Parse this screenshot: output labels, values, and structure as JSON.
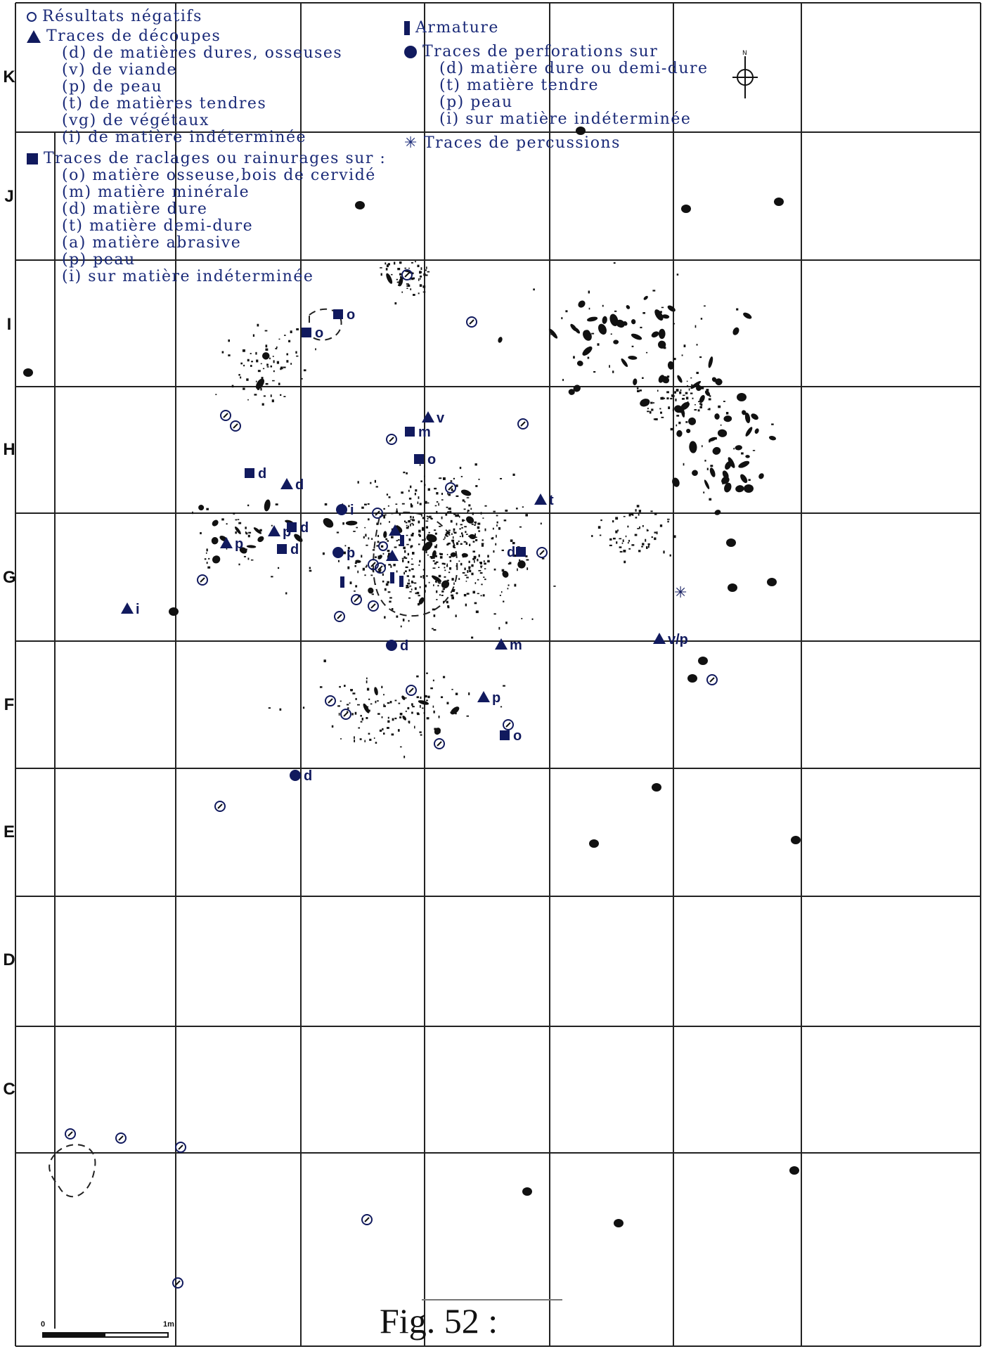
{
  "row_labels": [
    "K",
    "J",
    "I",
    "H",
    "G",
    "F",
    "E",
    "D",
    "C"
  ],
  "legend": {
    "negatives": {
      "label": "Résultats négatifs"
    },
    "decoupes": {
      "label": "Traces de découpes",
      "items": [
        "(d) de matières dures, osseuses",
        "(v) de viande",
        "(p) de peau",
        "(t) de matières tendres",
        "(vg) de végétaux",
        "(i) de matière indéterminée"
      ]
    },
    "raclages": {
      "label": "Traces de raclages ou rainurages sur :",
      "items": [
        "(o) matière osseuse,bois de cervidé",
        "(m) matière minérale",
        "(d) matière dure",
        "(t) matière demi-dure",
        "(a) matière abrasive",
        "(p) peau",
        "(i) sur matière indéterminée"
      ]
    },
    "armature": {
      "label": "Armature"
    },
    "perforations": {
      "label": "Traces de perforations sur",
      "items": [
        "(d) matière dure ou demi-dure",
        "(t) matière tendre",
        "(p) peau",
        "(i) sur matière indéterminée"
      ]
    },
    "percussions": {
      "label": "Traces de percussions"
    }
  },
  "scale": {
    "start": "0",
    "end": "1m"
  },
  "caption": "Fig. 52 :",
  "colors": {
    "symbol": "#111a5e",
    "legend_text": "#1a2a78",
    "grid": "#222222",
    "debris": "#111111"
  },
  "icons": {
    "north_arrow": "north-arrow-icon"
  },
  "markers": [
    {
      "type": "square",
      "label": "o"
    },
    {
      "type": "square",
      "label": "o"
    },
    {
      "type": "triangle",
      "label": "v"
    },
    {
      "type": "square",
      "label": "m"
    },
    {
      "type": "square",
      "label": "o"
    },
    {
      "type": "square",
      "label": "d"
    },
    {
      "type": "triangle",
      "label": "d"
    },
    {
      "type": "triangle",
      "label": "t"
    },
    {
      "type": "disc",
      "label": "i"
    },
    {
      "type": "triangle",
      "label": "p"
    },
    {
      "type": "square",
      "label": "d"
    },
    {
      "type": "square",
      "label": "d"
    },
    {
      "type": "triangle",
      "label": "p"
    },
    {
      "type": "square",
      "label": "d",
      "label_side": "left"
    },
    {
      "type": "disc",
      "label": "p"
    },
    {
      "type": "triangle",
      "label": "i"
    },
    {
      "type": "disc",
      "label": "d"
    },
    {
      "type": "triangle",
      "label": "m"
    },
    {
      "type": "triangle",
      "label": "v/p"
    },
    {
      "type": "triangle",
      "label": "p"
    },
    {
      "type": "square",
      "label": "o"
    },
    {
      "type": "disc",
      "label": "d"
    },
    {
      "type": "triangle",
      "label": ""
    },
    {
      "type": "triangle",
      "label": ""
    },
    {
      "type": "bar",
      "label": ""
    },
    {
      "type": "bar",
      "label": ""
    },
    {
      "type": "bar",
      "label": ""
    },
    {
      "type": "bar",
      "label": ""
    },
    {
      "type": "star",
      "label": ""
    },
    {
      "type": "circle",
      "label": ""
    }
  ]
}
